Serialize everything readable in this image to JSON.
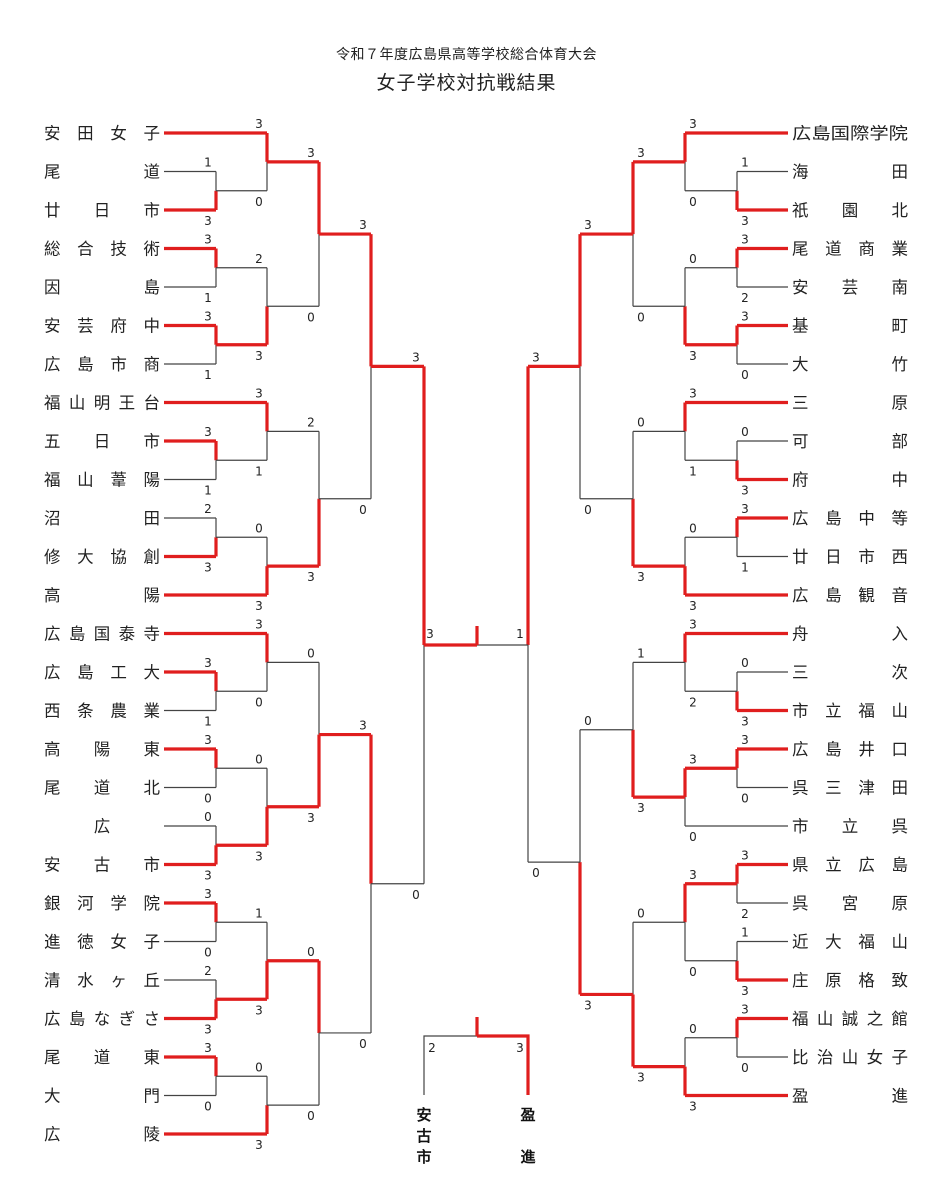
{
  "title": "令和７年度広島県高等学校総合体育大会",
  "subtitle": "女子学校対抗戦結果",
  "left_teams": [
    "安田女子",
    "尾道",
    "廿日市",
    "総合技術",
    "因島",
    "安芸府中",
    "広島市商",
    "福山明王台",
    "五日市",
    "福山葦陽",
    "沼田",
    "修大協創",
    "高陽",
    "広島国泰寺",
    "広島工大",
    "西条農業",
    "高陽東",
    "尾道北",
    "広",
    "安古市",
    "銀河学院",
    "進徳女子",
    "清水ヶ丘",
    "広島なぎさ",
    "尾道東",
    "大門",
    "広陵"
  ],
  "right_teams": [
    "広島国際学院",
    "海田",
    "祇園北",
    "尾道商業",
    "安芸南",
    "基町",
    "大竹",
    "三原",
    "可部",
    "府中",
    "広島中等",
    "廿日市西",
    "広島観音",
    "舟入",
    "三次",
    "市立福山",
    "広島井口",
    "呉三津田",
    "市立呉",
    "県立広島",
    "呉宮原",
    "近大福山",
    "庄原格致",
    "福山誠之館",
    "比治山女子",
    "盈進"
  ],
  "final": {
    "left_score": "3",
    "right_score": "1"
  },
  "third_place": {
    "left_team": "安古市",
    "right_team": "盈進",
    "left_score": "2",
    "right_score": "3"
  },
  "colors": {
    "win": "#e01e1e",
    "line": "#444444"
  }
}
